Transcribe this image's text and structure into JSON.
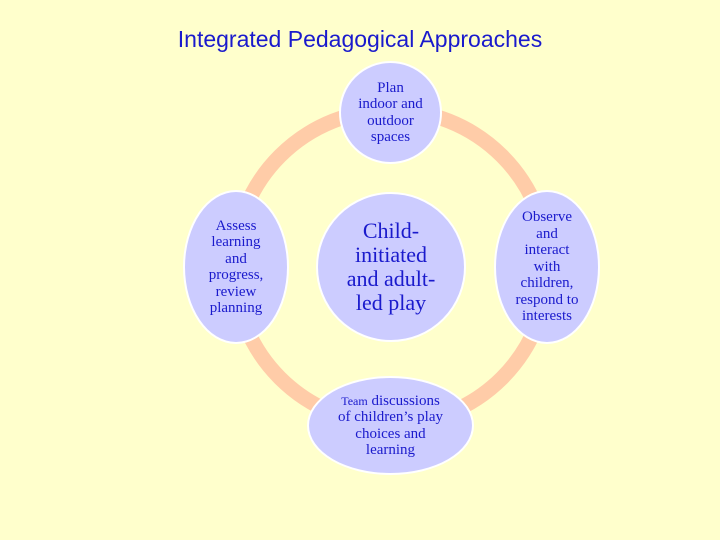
{
  "title": "Integrated Pedagogical Approaches",
  "colors": {
    "background": "#ffffcc",
    "title_text": "#1a1acc",
    "node_fill": "#ccccff",
    "node_border": "#ffffff",
    "ring": "#ffcca8",
    "node_text": "#1a1acc"
  },
  "diagram": {
    "type": "cycle",
    "center": {
      "label": "Child-\ninitiated\nand adult-\nled play"
    },
    "nodes": [
      {
        "position": "top",
        "label": "Plan\nindoor and\noutdoor\nspaces"
      },
      {
        "position": "right",
        "label": "Observe\nand\ninteract\nwith\nchildren,\nrespond to\ninterests"
      },
      {
        "position": "bottom",
        "label_prefix": "Team",
        "label": " discussions\nof children’s play\nchoices and\nlearning"
      },
      {
        "position": "left",
        "label": "Assess\nlearning\nand\nprogress,\nreview\nplanning"
      }
    ]
  }
}
